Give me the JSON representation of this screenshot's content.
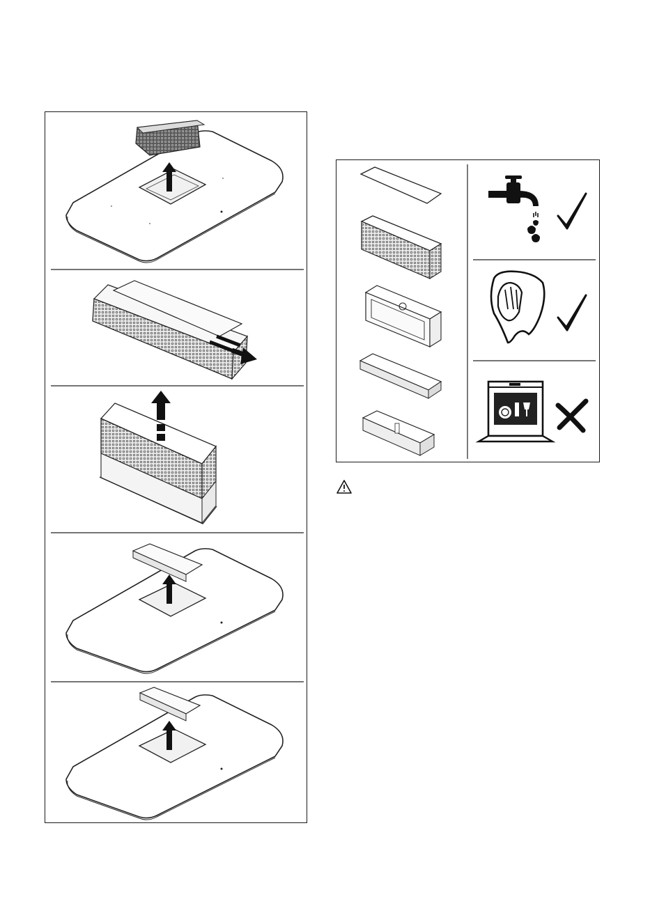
{
  "document": {
    "left_panel": {
      "steps": [
        {
          "name": "step-1-remove-filter-assembly"
        },
        {
          "name": "step-2-slide-out-lid"
        },
        {
          "name": "step-3-lift-out-mesh-housing"
        },
        {
          "name": "step-4-remove-inner-tray"
        },
        {
          "name": "step-5-remove-bottom-cup"
        }
      ]
    },
    "right_panel": {
      "parts": [
        "lid",
        "mesh-housing",
        "frame",
        "tray",
        "cup"
      ],
      "cleaning_methods": [
        {
          "method": "rinse-under-tap",
          "icon": "faucet-icon",
          "allowed": true,
          "mark": "check-icon"
        },
        {
          "method": "wipe-with-cloth",
          "icon": "cloth-hand-icon",
          "allowed": true,
          "mark": "check-icon"
        },
        {
          "method": "dishwasher",
          "icon": "dishwasher-icon",
          "allowed": false,
          "mark": "cross-icon"
        }
      ]
    },
    "warning": {
      "icon": "warning-triangle-icon",
      "text": ""
    }
  }
}
